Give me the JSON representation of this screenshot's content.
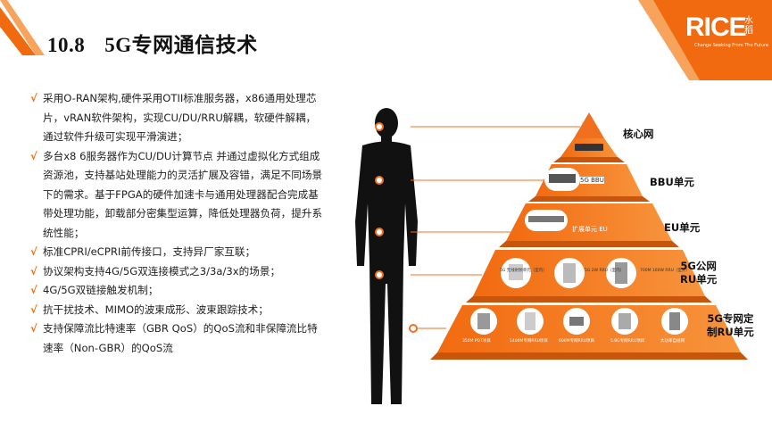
{
  "header": {
    "section_number": "10.8",
    "title": "5G专网通信技术"
  },
  "logo": {
    "text": "RICE",
    "cn": "水稻",
    "tagline": "Change Seeking From The Future",
    "color": "#f26a10"
  },
  "accent_color": "#f26a10",
  "bullets": [
    "采用O-RAN架构,硬件采用OTII标准服务器，x86通用处理芯片，vRAN软件架构，实现CU/DU/RRU解耦，软硬件解耦，通过软件升级可实现平滑演进；",
    "多台x8 6服务器作为CU/DU计算节点 并通过虚拟化方式组成资源池，支持基站处理能力的灵活扩展及容错，满足不同场景下的需求。基于FPGA的硬件加速卡与通用处理器配合完成基带处理功能，卸载部分密集型运算，降低处理器负荷，提升系统性能；",
    "标准CPRI/eCPRI前传接口，支持异厂家互联；",
    "协议架构支持4G/5G双连接模式之3/3a/3x的场景；",
    "4G/5G双链接触发机制；",
    "抗干扰技术、MIMO的波束成形、波束跟踪技术；",
    "支持保障流比特速率（GBR QoS）的QoS流和非保障流比特速率（Non-GBR）的QoS流"
  ],
  "check_mark": "√",
  "pyramid": {
    "tiers": [
      {
        "label": "核心网"
      },
      {
        "label": "BBU单元",
        "device": "5G BBU"
      },
      {
        "label": "EU单元",
        "device": "扩展单元 EU"
      },
      {
        "label": "5G公网\nRU单元",
        "devices": [
          "5G 无线射频单元（室内）",
          "5G 2W RRU（室内）",
          "700M 160W RRU（室外）"
        ]
      },
      {
        "label": "5G专网定\n制RU单元",
        "devices": [
          "350M PDT项目",
          "1400M专网RRU项目",
          "600M专网RRU项目",
          "5.8G专网RRU项目",
          "大功率自组网"
        ]
      }
    ]
  }
}
